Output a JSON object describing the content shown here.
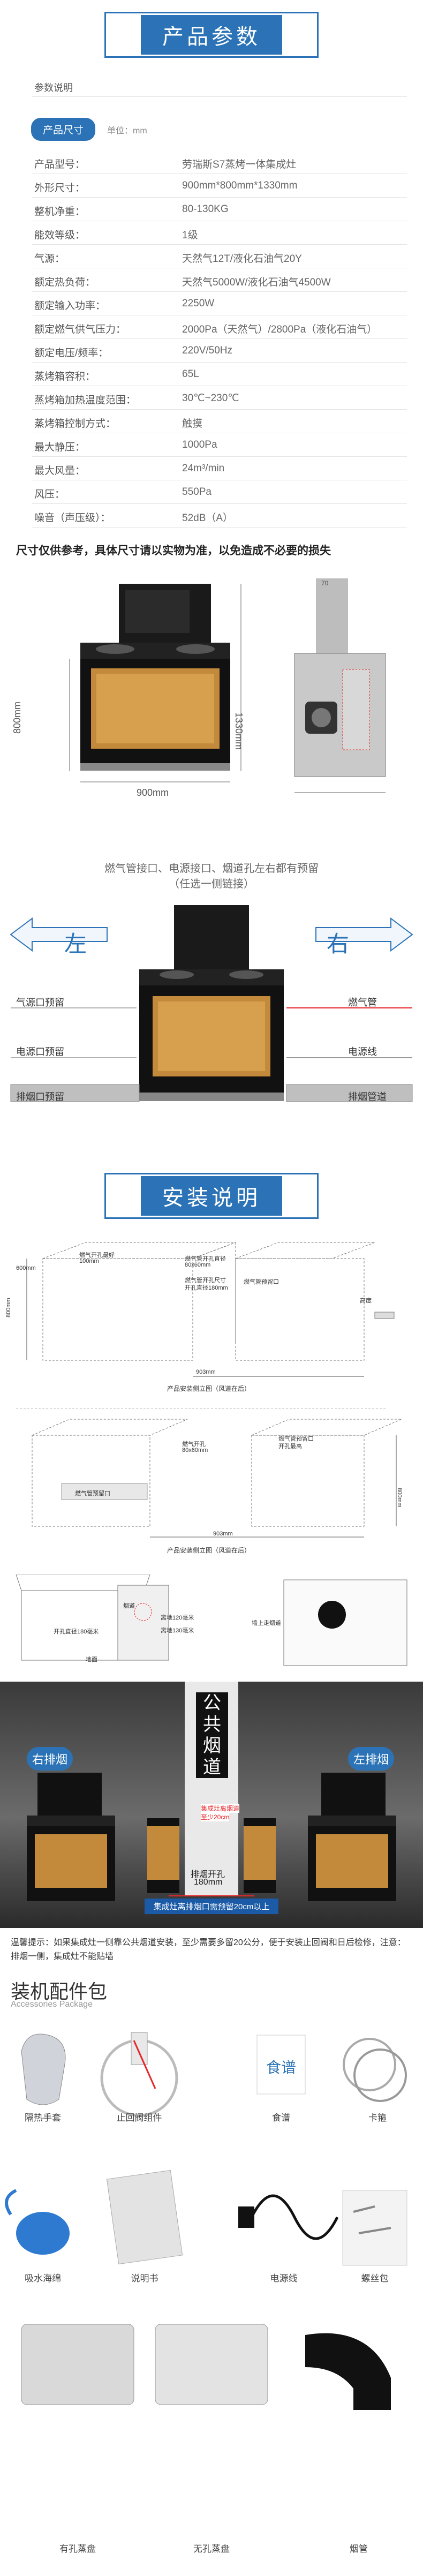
{
  "header1": {
    "title": "产品参数"
  },
  "params_section": {
    "label": "参数说明"
  },
  "size_tag": {
    "label": "产品尺寸",
    "unit": "单位：mm"
  },
  "specs": [
    {
      "key": "产品型号：",
      "value": "劳瑞斯S7蒸烤一体集成灶"
    },
    {
      "key": "外形尺寸：",
      "value": "900mm*800mm*1330mm"
    },
    {
      "key": "整机净重：",
      "value": "80-130KG"
    },
    {
      "key": "能效等级：",
      "value": "1级"
    },
    {
      "key": "气源：",
      "value": "天然气12T/液化石油气20Y"
    },
    {
      "key": "额定热负荷：",
      "value": "天然气5000W/液化石油气4500W"
    },
    {
      "key": "额定输入功率：",
      "value": "2250W"
    },
    {
      "key": "额定燃气供气压力：",
      "value": "2000Pa（天然气）/2800Pa（液化石油气）"
    },
    {
      "key": "额定电压/频率：",
      "value": "220V/50Hz"
    },
    {
      "key": "蒸烤箱容积：",
      "value": "65L"
    },
    {
      "key": "蒸烤箱加热温度范围：",
      "value": "30℃~230℃"
    },
    {
      "key": "蒸烤箱控制方式：",
      "value": "触摸"
    },
    {
      "key": "最大静压：",
      "value": "1000Pa"
    },
    {
      "key": "最大风量：",
      "value": "24m³/min"
    },
    {
      "key": "风压：",
      "value": "550Pa"
    },
    {
      "key": "噪音（声压级）：",
      "value": "52dB（A）"
    }
  ],
  "note": "尺寸仅供参考，具体尺寸请以实物为准，以免造成不必要的损失",
  "dims": {
    "height": "800mm",
    "total_height": "1330mm",
    "width": "900mm",
    "side_top": "70"
  },
  "connection": {
    "line1": "燃气管接口、电源接口、烟道孔左右都有预留",
    "line2": "（任选一侧链接）",
    "left": "左",
    "right": "右",
    "labels_left": [
      "气源口预留",
      "电源口预留",
      "排烟口预留"
    ],
    "labels_right": [
      "燃气管",
      "电源线",
      "排烟管道"
    ]
  },
  "header2": {
    "title": "安装说明"
  },
  "install": {
    "diag1_caption": "产品安装侧立图（风道在后）",
    "diag2_caption": "产品安装侧立图（风道在后）",
    "w903": "903mm",
    "d600": "600mm",
    "h800": "800mm",
    "note_a": "燃气开孔最好",
    "note_b": "100mm",
    "note_c": "燃气管开孔直径",
    "note_d": "80x60mm",
    "note_e": "燃气管开孔尺寸",
    "note_f": "开孔直径180mm",
    "note_g": "燃气管预留口",
    "note_h": "燃气开孔",
    "note_i": "开孔最高",
    "note_j": "燃气管预留口",
    "note_k": "高度",
    "wall_a": "开孔直径180毫米",
    "wall_b": "烟道",
    "wall_c": "离地120毫米",
    "wall_d": "离地130毫米",
    "wall_e": "地面",
    "wall_f": "墙上走烟道"
  },
  "public_flue": {
    "title_chars": [
      "公",
      "共",
      "烟",
      "道"
    ],
    "left_tag": "右排烟",
    "right_tag": "左排烟",
    "mid_a": "集成灶离烟道",
    "mid_b": "至少20cm",
    "open_a": "排烟开孔",
    "open_b": "180mm",
    "bottom": "集成灶离排烟口需预留20cm以上"
  },
  "warning": "温馨提示：如果集成灶一侧靠公共烟道安装，至少需要多留20公分，便于安装止回阀和日后检修，注意：排烟一侧，集成灶不能贴墙",
  "accessories": {
    "title": "装机配件包",
    "subtitle": "Accessories Package",
    "items": [
      "隔热手套",
      "止回阀组件",
      "食谱",
      "卡箍",
      "吸水海绵",
      "说明书",
      "电源线",
      "螺丝包",
      "有孔蒸盘",
      "无孔蒸盘",
      "烟管"
    ],
    "recipe_chars": "食谱"
  },
  "colors": {
    "brand": "#2b73b6",
    "red": "#e8262a"
  }
}
